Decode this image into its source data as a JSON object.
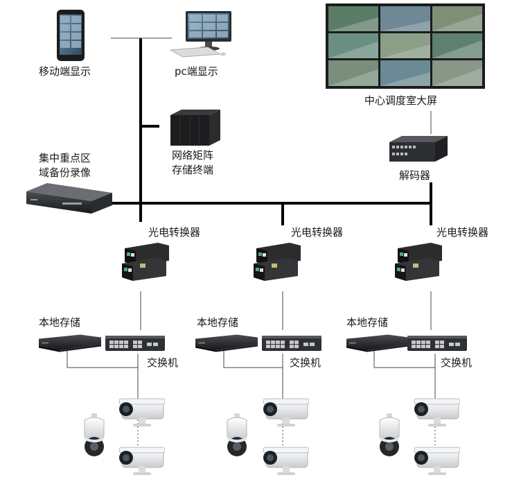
{
  "labels": {
    "mobile_display": "移动端显示",
    "pc_display": "pc端显示",
    "center_screen": "中心调度室大屏",
    "nas_line1": "网络矩阵",
    "nas_line2": "存储终端",
    "backup_line1": "集中重点区",
    "backup_line2": "域备份录像",
    "decoder": "解码器",
    "converter": "光电转换器",
    "local_storage": "本地存储",
    "switch": "交换机"
  }
}
